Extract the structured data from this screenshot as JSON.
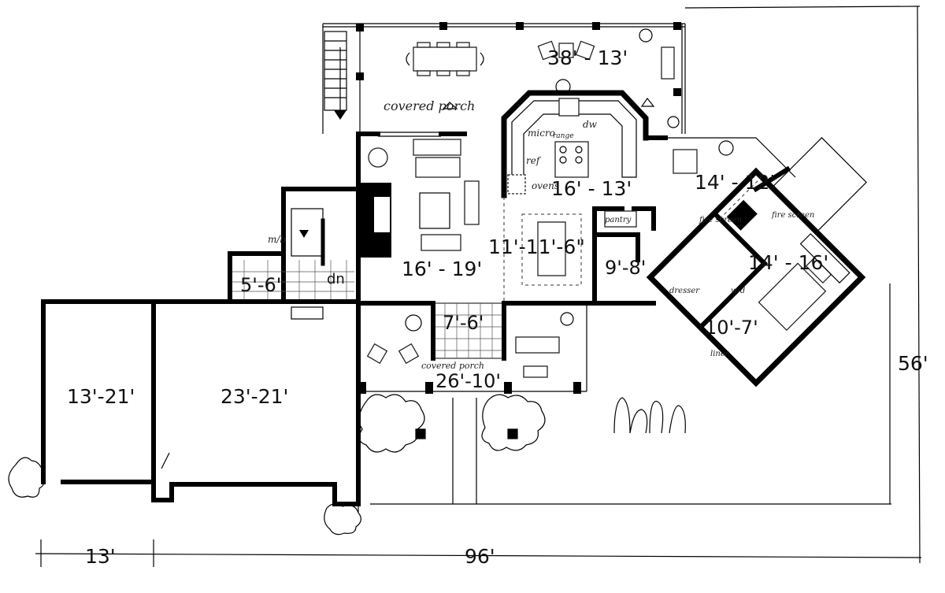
{
  "plan": {
    "rooms": {
      "great_porch": "38' - 13'",
      "kitchen": "16' - 13'",
      "sitting": "14' - 12'",
      "master_bedroom": "14' - 16'",
      "dining": "11'-11'-6\"",
      "living": "16' - 19'",
      "laundry": "9'-8'",
      "powder": "5'-6'",
      "foyer": "7'-6'",
      "front_porch": "26'-10'",
      "master_bath": "10'-7'",
      "garage_single": "13'-21'",
      "garage_double": "23'-21'"
    },
    "annotations": {
      "covered_porch_rear": "covered porch",
      "covered_porch_front": "covered porch",
      "micro": "micro",
      "ref": "ref",
      "ovens": "ovens",
      "range": "range",
      "dw": "dw",
      "pantry": "pantry",
      "fire_screen_left": "fire screen",
      "fire_screen_right": "fire screen",
      "dresser": "dresser",
      "linen": "linen",
      "wd": "w/d",
      "stair_down": "dn",
      "mudroom": "m/b"
    },
    "dimensions": {
      "depth": "56'",
      "garage_width": "13'",
      "total_width": "96'"
    }
  }
}
